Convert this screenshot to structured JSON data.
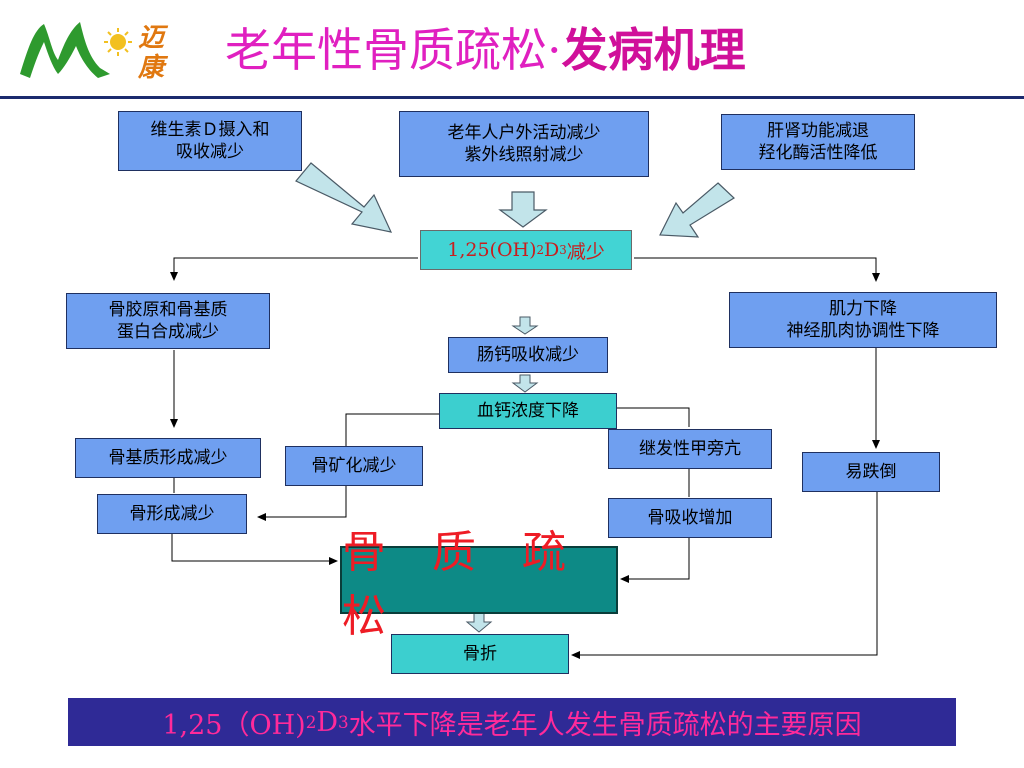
{
  "header": {
    "title_part1": "老年性骨质疏松·",
    "title_part2": "发病机理",
    "logo_text_1": "迈",
    "logo_text_2": "康",
    "logo_icon": "sun-and-green-m-logo"
  },
  "causes": {
    "vitamin_d": "维生素Ｄ摄入和\n吸收减少",
    "outdoor": "老年人户外活动减少\n紫外线照射减少",
    "liver_kidney": "肝肾功能减退\n羟化酶活性降低"
  },
  "key_factor": {
    "prefix": "1,25(OH)",
    "sub1": "2",
    "mid": "D",
    "sub2": "3",
    "suffix": "减少"
  },
  "nodes": {
    "collagen": "骨胶原和骨基质\n蛋白合成减少",
    "gut_calcium": "肠钙吸收减少",
    "blood_calcium": "血钙浓度下降",
    "muscle": "肌力下降\n神经肌肉协调性下降",
    "matrix": "骨基质形成减少",
    "mineral": "骨矿化减少",
    "parathyroid": "继发性甲旁亢",
    "fall": "易跌倒",
    "formation": "骨形成减少",
    "resorption": "骨吸收增加",
    "osteoporosis": "骨 质 疏 松",
    "fracture": "骨折"
  },
  "banner": {
    "prefix": "1,25（OH)",
    "sub1": "2",
    "mid": "D",
    "sub2": "3",
    "suffix": "水平下降是老年人发生骨质疏松的主要原因"
  },
  "colors": {
    "box_blue": "#6f9ff0",
    "box_teal": "#3ccfcf",
    "osteoporosis_fill": "#0d8a86",
    "title_magenta": "#e020c0",
    "banner_bg": "#2f2a96",
    "banner_text": "#ff2a9a",
    "accent_red": "#ee1c25"
  }
}
